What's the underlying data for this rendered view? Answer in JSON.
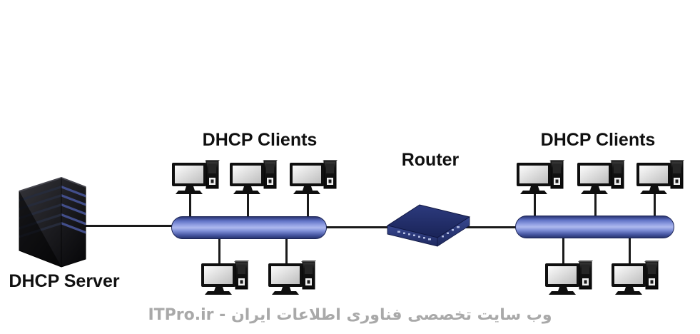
{
  "diagram": {
    "server": {
      "label": "DHCP Server",
      "icon": "server-tower-icon"
    },
    "left_segment": {
      "label": "DHCP Clients",
      "top_clients": 3,
      "bottom_clients": 2,
      "icon": "network-bus"
    },
    "router": {
      "label": "Router",
      "icon": "router-icon"
    },
    "right_segment": {
      "label": "DHCP Clients",
      "top_clients": 3,
      "bottom_clients": 2,
      "icon": "network-bus"
    },
    "colors": {
      "bus_highlight": "#aeb9ee",
      "bus_dark": "#27346f",
      "link_line": "#1a1a1a",
      "router_body": "#2c3a7d",
      "label_text": "#101010",
      "watermark_text": "#a9a9a9"
    }
  },
  "watermark": {
    "text": "ITPro.ir - وب سایت تخصصی فناوری اطلاعات ایران"
  }
}
